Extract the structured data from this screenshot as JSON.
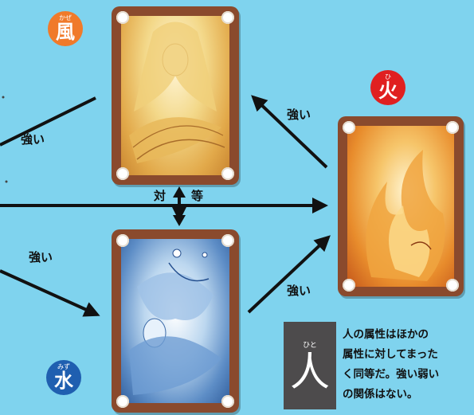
{
  "elements": {
    "wind": {
      "kanji": "風",
      "ruby": "かぜ",
      "color": "#f07a2a"
    },
    "fire": {
      "kanji": "火",
      "ruby": "ひ",
      "color": "#e02020"
    },
    "water": {
      "kanji": "水",
      "ruby": "みず",
      "color": "#1f5fb0"
    },
    "human": {
      "kanji": "人",
      "ruby": "ひと"
    }
  },
  "relations": {
    "strong_left": "強い",
    "strong_fire": "強い",
    "strong_water_left": "強い",
    "strong_water_right": "強い",
    "equal_left": "対",
    "equal_right": "等"
  },
  "note": {
    "lines": [
      "人の属性はほかの",
      "属性に対してまった",
      "く同等だ。強い弱い",
      "の関係はない。"
    ]
  }
}
